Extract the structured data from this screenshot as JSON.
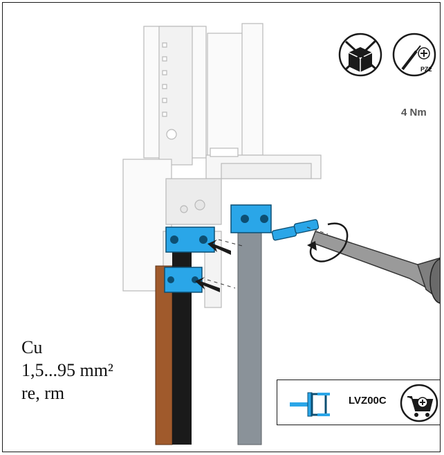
{
  "specs": {
    "material": "Cu",
    "cross_section": "1,5...95 mm²",
    "conductor_types": "re, rm"
  },
  "tool": {
    "bit": "PZ2",
    "torque": "4 Nm"
  },
  "accessory": {
    "reference": "LVZ00C"
  },
  "colors": {
    "accent_blue": "#2aa6e8",
    "cable_brown": "#a05a2c",
    "cable_black": "#1a1a1a",
    "cable_grey": "#8a9299",
    "line_grey": "#9a9a9a"
  },
  "icons": [
    "no-unboxing-icon",
    "screwdriver-icon",
    "cart-icon",
    "terminal-cover-icon"
  ]
}
